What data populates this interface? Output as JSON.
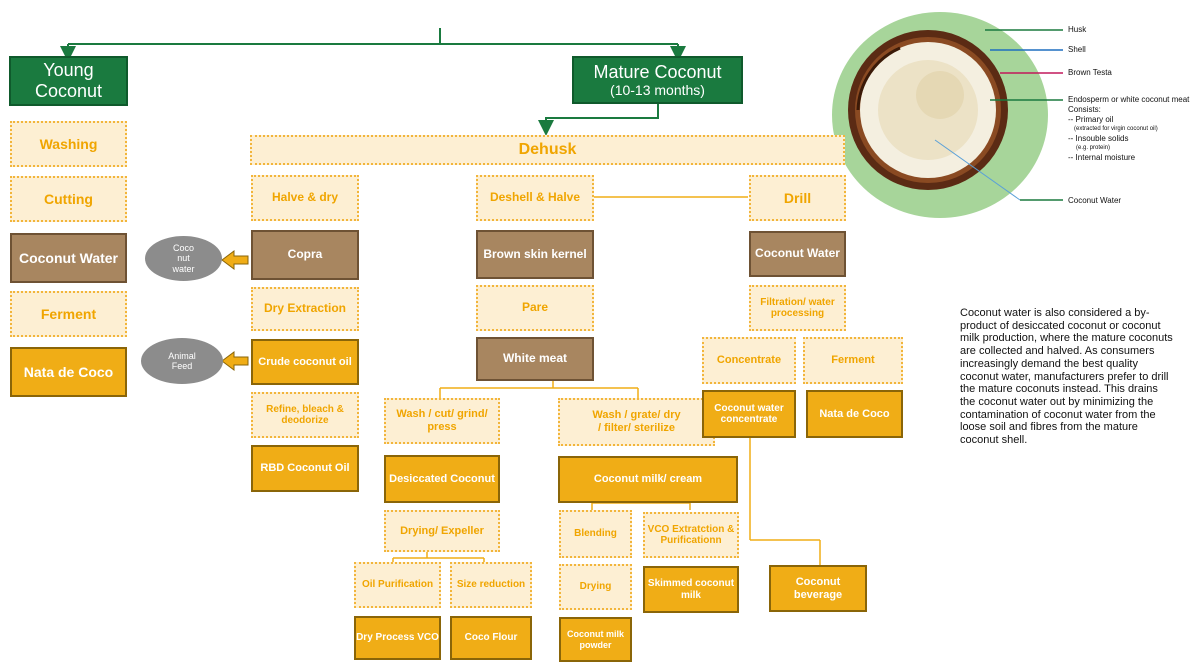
{
  "root": {
    "young": "Young Coconut",
    "mature_title": "Mature Coconut",
    "mature_sub": "(10-13 months)"
  },
  "young_chain": [
    "Washing",
    "Cutting",
    "Coconut Water",
    "Ferment",
    "Nata de Coco"
  ],
  "dehusk": "Dehusk",
  "copra_branch": {
    "halve_dry": "Halve & dry",
    "copra": "Copra",
    "coco_water_ellipse": "Coco nut water",
    "dry_extraction": "Dry Extraction",
    "crude_oil": "Crude coconut oil",
    "animal_feed": "Animal Feed",
    "refine": "Refine, bleach & deodorize",
    "rbd": "RBD Coconut Oil"
  },
  "kernel_branch": {
    "deshell": "Deshell & Halve",
    "brown_skin": "Brown skin kernel",
    "pare": "Pare",
    "white_meat": "White meat",
    "wash_cut": "Wash / cut/ grind/ press",
    "desiccated": "Desiccated Coconut",
    "drying_expeller": "Drying/ Expeller",
    "oil_purification": "Oil Purification",
    "size_reduction": "Size reduction",
    "dry_process_vco": "Dry Process VCO",
    "coco_flour": "Coco Flour",
    "wash_grate": "Wash / grate/ dry / filter/ sterilize",
    "milk_cream": "Coconut milk/ cream",
    "blending": "Blending",
    "vco_extraction": "VCO Extratction & Purificationn",
    "drying": "Drying",
    "skimmed": "Skimmed coconut milk",
    "milk_powder": "Coconut milk powder",
    "beverage": "Coconut beverage"
  },
  "drill_branch": {
    "drill": "Drill",
    "coconut_water": "Coconut Water",
    "filtration": "Filtration/ water processing",
    "concentrate": "Concentrate",
    "ferment": "Ferment",
    "water_concentrate": "Coconut water concentrate",
    "nata": "Nata de Coco"
  },
  "anatomy": {
    "husk": "Husk",
    "shell": "Shell",
    "testa": "Brown Testa",
    "endosperm": "Endosperm or white coconut meat",
    "consists": "Consists:",
    "primary_oil": "-- Primary oil",
    "primary_oil_note": "(extracted for virgin coconut oil)",
    "insoluble": "-- Insouble solids",
    "insoluble_note": "(e.g. protein)",
    "moisture": "-- Internal moisture",
    "water": "Coconut Water"
  },
  "note": "Coconut water is also considered a by-product of desiccated coconut or coconut milk production, where the mature coconuts are collected and halved. As consumers increasingly demand the best quality coconut water, manufacturers prefer to drill the mature coconuts instead. This drains the coconut water out by minimizing the contamination of coconut water from the loose soil and fibres from the mature coconut shell.",
  "colors": {
    "green": "#1a7a3f",
    "gold": "#f0ad16",
    "brown": "#a88660",
    "pale": "#fdefd3",
    "grey": "#8c8c8c"
  }
}
